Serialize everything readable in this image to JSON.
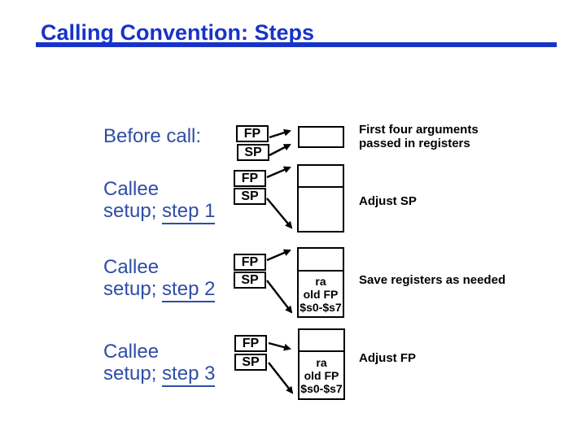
{
  "title": "Calling Convention: Steps",
  "colors": {
    "title_blue": "#1733c8",
    "label_blue": "#2e4da6",
    "line_black": "#000000"
  },
  "rows": [
    {
      "label1": "Before call:",
      "label2_plain": "",
      "label2_underlined": "",
      "fp": "FP",
      "sp": "SP",
      "stack_texts": [],
      "note1": "First four arguments",
      "note2": "passed in registers"
    },
    {
      "label1": "Callee",
      "label2_plain": "setup; ",
      "label2_underlined": "step 1",
      "fp": "FP",
      "sp": "SP",
      "stack_texts": [],
      "note1": "Adjust SP",
      "note2": ""
    },
    {
      "label1": "Callee",
      "label2_plain": "setup; ",
      "label2_underlined": "step 2",
      "fp": "FP",
      "sp": "SP",
      "stack_texts": [
        "ra",
        "old FP",
        "$s0-$s7"
      ],
      "note1": "Save registers as needed",
      "note2": ""
    },
    {
      "label1": "Callee",
      "label2_plain": "setup; ",
      "label2_underlined": "step 3",
      "fp": "FP",
      "sp": "SP",
      "stack_texts": [
        "ra",
        "old FP",
        "$s0-$s7"
      ],
      "note1": "Adjust FP",
      "note2": ""
    }
  ]
}
